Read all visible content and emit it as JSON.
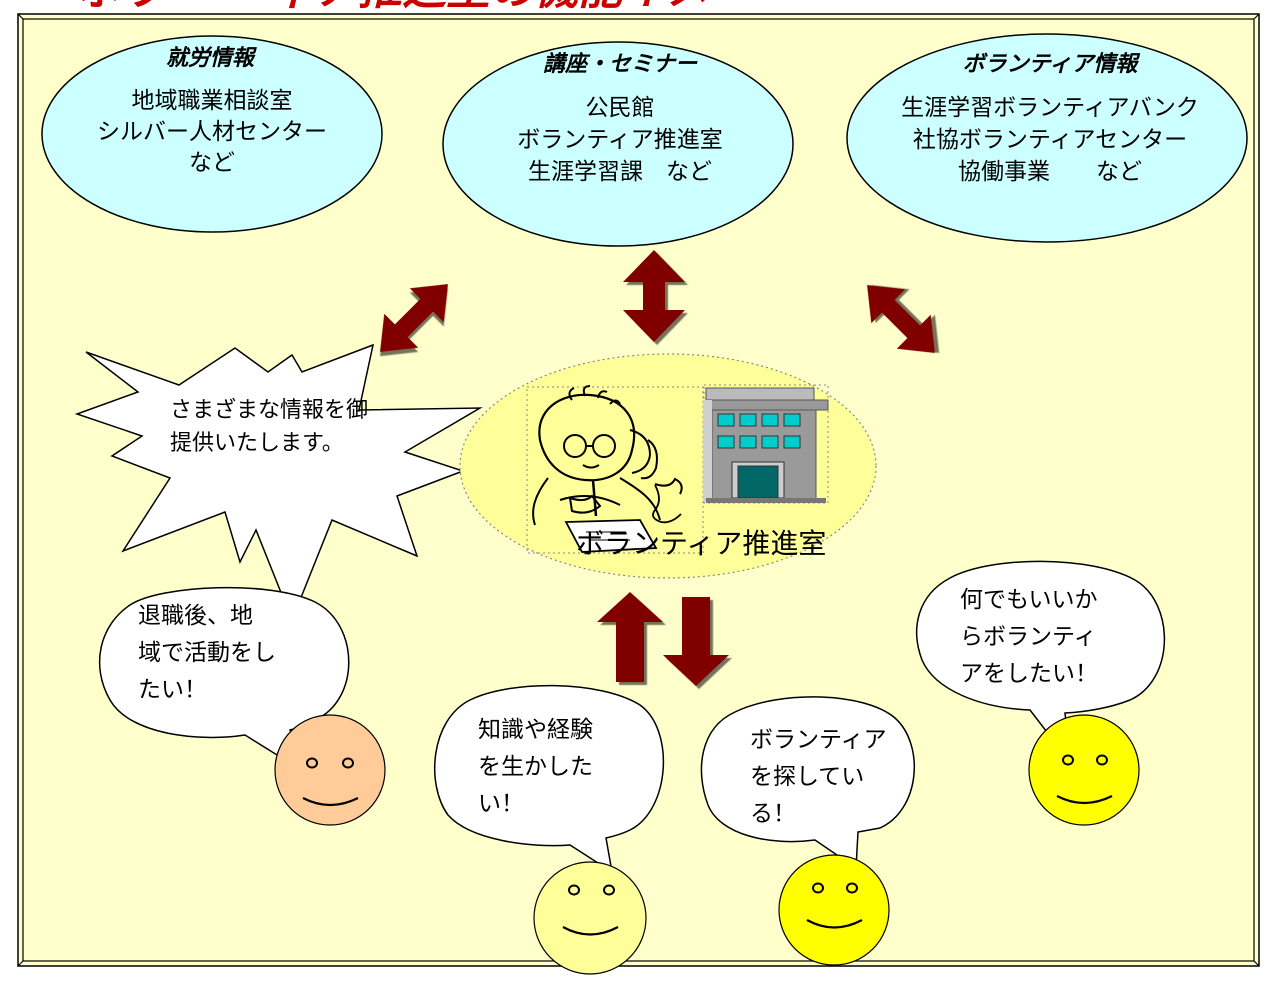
{
  "header": {
    "title_fragment": "ィア推進室の機能イメ"
  },
  "top_bubbles": [
    {
      "title": "就労情報",
      "lines": [
        "地域職業相談室",
        "シルバー人材センター",
        "など"
      ]
    },
    {
      "title": "講座・セミナー",
      "lines": [
        "公民館",
        "ボランティア推進室",
        "生涯学習課　など"
      ]
    },
    {
      "title": "ボランティア情報",
      "lines": [
        "生涯学習ボランティアバンク",
        "社協ボランティアセンター",
        "協働事業　　など"
      ]
    }
  ],
  "starburst": {
    "lines": [
      "さまざまな情報を御",
      "提供いたします。"
    ]
  },
  "center": {
    "label": "ボランティア推進室"
  },
  "speech": [
    {
      "lines": [
        "退職後、地",
        "域で活動をし",
        "たい！"
      ]
    },
    {
      "lines": [
        "知識や経験",
        "を生かした",
        "い！"
      ]
    },
    {
      "lines": [
        "ボランティア",
        "を探してい",
        "る！"
      ]
    },
    {
      "lines": [
        "何でもいいか",
        "らボランティ",
        "アをしたい！"
      ]
    }
  ],
  "colors": {
    "background": "#ffffcc",
    "ellipse_fill": "#ccffff",
    "center_fill": "#ffff99",
    "arrow": "#800000",
    "title_red": "#cc0000",
    "face_orange": "#ffcc99",
    "face_pale_yellow": "#ffff99",
    "face_yellow": "#ffff00"
  }
}
